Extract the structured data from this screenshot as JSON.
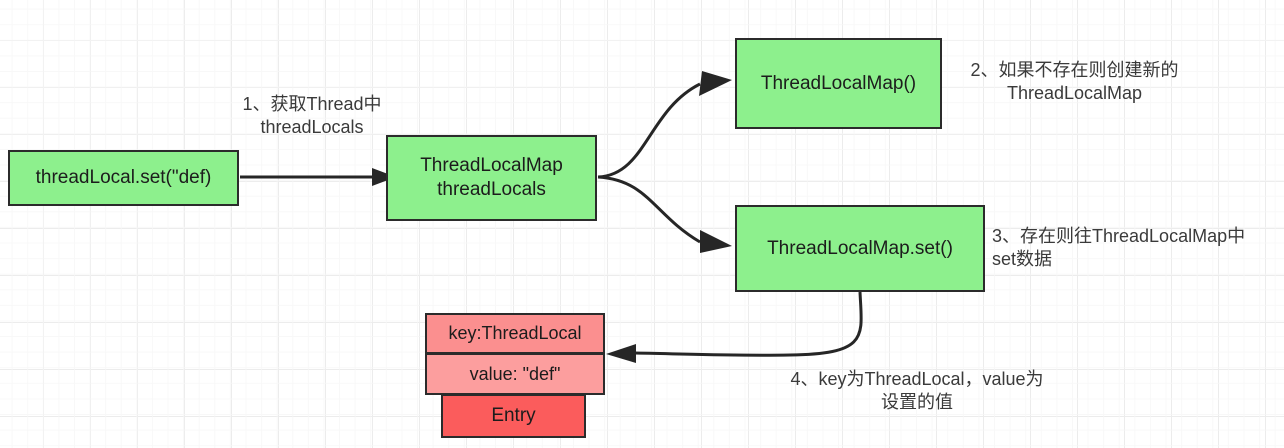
{
  "diagram": {
    "title": "ThreadLocal set flow",
    "colors": {
      "node_green": "#8df08d",
      "entry_key": "#fb8f8f",
      "entry_value": "#fc9e9e",
      "entry_label": "#fb5c5c",
      "border": "#2b2b2b",
      "edge": "#262626",
      "grid": "#ececec",
      "background": "#ffffff"
    },
    "nodes": {
      "thread_local_set": "threadLocal.set(\"def)",
      "thread_locals_map": "ThreadLocalMap\nthreadLocals",
      "thread_local_map_ctor": "ThreadLocalMap()",
      "thread_local_map_set": "ThreadLocalMap.set()",
      "entry_key": "key:ThreadLocal",
      "entry_value": "value: \"def\"",
      "entry_label": "Entry"
    },
    "annotations": {
      "step1": "1、获取Thread中\nthreadLocals",
      "step2": "2、如果不存在则创建新的\nThreadLocalMap",
      "step3": "3、存在则往ThreadLocalMap中\nset数据",
      "step4": "4、key为ThreadLocal，value为\n设置的值"
    }
  }
}
